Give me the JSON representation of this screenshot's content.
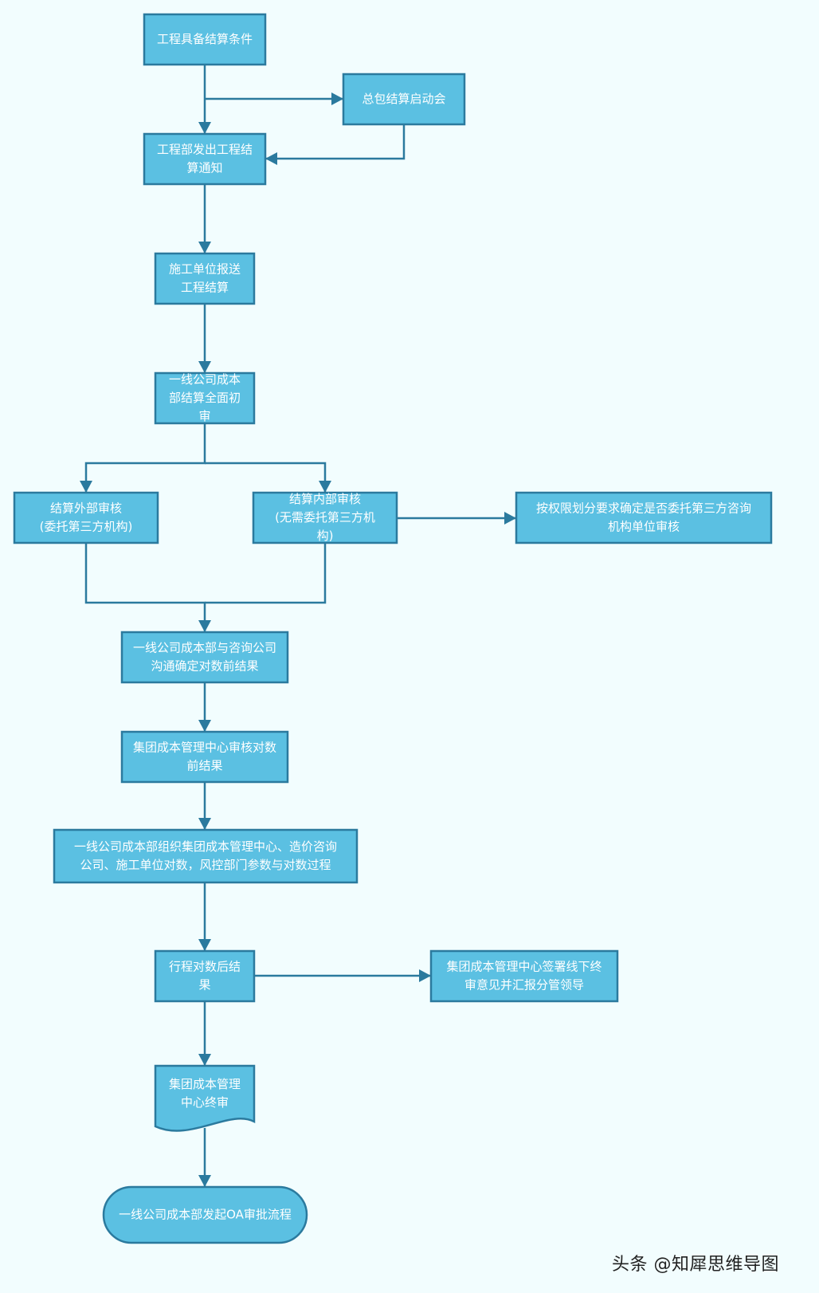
{
  "flowchart": {
    "nodes": [
      {
        "id": "n1",
        "shape": "rect",
        "lines": [
          "工程具备结算条件"
        ]
      },
      {
        "id": "n2",
        "shape": "rect",
        "lines": [
          "总包结算启动会"
        ]
      },
      {
        "id": "n3",
        "shape": "rect",
        "lines": [
          "工程部发出工程结",
          "算通知"
        ]
      },
      {
        "id": "n4",
        "shape": "rect",
        "lines": [
          "施工单位报送",
          "工程结算"
        ]
      },
      {
        "id": "n5",
        "shape": "rect",
        "lines": [
          "一线公司成本",
          "部结算全面初",
          "审"
        ]
      },
      {
        "id": "n6",
        "shape": "rect",
        "lines": [
          "结算外部审核",
          "(委托第三方机构)"
        ]
      },
      {
        "id": "n7",
        "shape": "rect",
        "lines": [
          "结算内部审核",
          "(无需委托第三方机",
          "构)"
        ]
      },
      {
        "id": "n8",
        "shape": "rect",
        "lines": [
          "按权限划分要求确定是否委托第三方咨询",
          "机构单位审核"
        ]
      },
      {
        "id": "n9",
        "shape": "rect",
        "lines": [
          "一线公司成本部与咨询公司",
          "沟通确定对数前结果"
        ]
      },
      {
        "id": "n10",
        "shape": "rect",
        "lines": [
          "集团成本管理中心审核对数",
          "前结果"
        ]
      },
      {
        "id": "n11",
        "shape": "rect",
        "lines": [
          "一线公司成本部组织集团成本管理中心、造价咨询",
          "公司、施工单位对数，风控部门参数与对数过程"
        ]
      },
      {
        "id": "n12",
        "shape": "rect",
        "lines": [
          "行程对数后结",
          "果"
        ]
      },
      {
        "id": "n13",
        "shape": "rect",
        "lines": [
          "集团成本管理中心签署线下终",
          "审意见并汇报分管领导"
        ]
      },
      {
        "id": "n14",
        "shape": "document",
        "lines": [
          "集团成本管理",
          "中心终审"
        ]
      },
      {
        "id": "n15",
        "shape": "terminal",
        "lines": [
          "一线公司成本部发起OA审批流程"
        ]
      }
    ],
    "edges": [
      {
        "from": "n1",
        "to": "n3"
      },
      {
        "from": "n1",
        "to": "n2"
      },
      {
        "from": "n2",
        "to": "n3"
      },
      {
        "from": "n3",
        "to": "n4"
      },
      {
        "from": "n4",
        "to": "n5"
      },
      {
        "from": "n5",
        "to": "n6"
      },
      {
        "from": "n5",
        "to": "n7"
      },
      {
        "from": "n7",
        "to": "n8"
      },
      {
        "from": "n6",
        "to": "n9"
      },
      {
        "from": "n7",
        "to": "n9"
      },
      {
        "from": "n9",
        "to": "n10"
      },
      {
        "from": "n10",
        "to": "n11"
      },
      {
        "from": "n11",
        "to": "n12"
      },
      {
        "from": "n12",
        "to": "n13"
      },
      {
        "from": "n12",
        "to": "n14"
      },
      {
        "from": "n14",
        "to": "n15"
      }
    ],
    "colors": {
      "node_fill": "#5bc0e2",
      "node_stroke": "#2b7a9e",
      "edge": "#2b7a9e",
      "text": "#ffffff",
      "background": "#f2fdfe"
    }
  },
  "watermark": "头条 @知犀思维导图"
}
